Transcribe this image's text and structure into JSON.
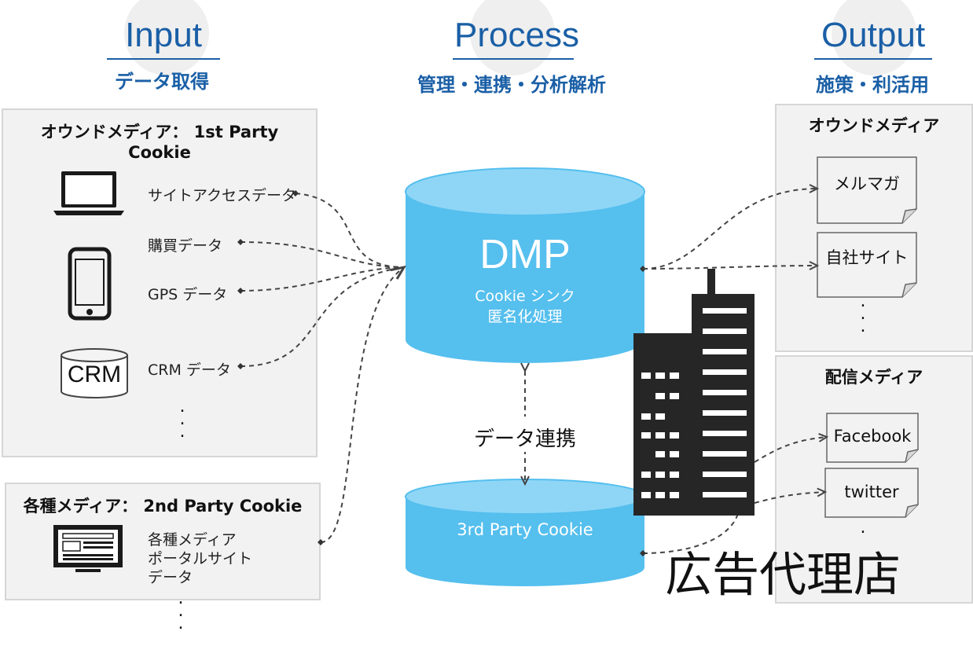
{
  "headers": {
    "input": {
      "title": "Input",
      "subtitle": "データ取得"
    },
    "process": {
      "title": "Process",
      "subtitle": "管理・連携・分析解析"
    },
    "output": {
      "title": "Output",
      "subtitle": "施策・利活用"
    }
  },
  "owned_panel": {
    "title_line1": "オウンドメディア： 1st Party",
    "title_line2": "Cookie",
    "items": [
      "サイトアクセスデータ",
      "購買データ",
      "GPS データ",
      "CRM データ"
    ],
    "crm_icon_label": "CRM"
  },
  "media_panel": {
    "title": "各種メディア： 2nd Party Cookie",
    "item_lines": [
      "各種メディア",
      "ポータルサイト",
      "データ"
    ]
  },
  "dmp": {
    "title": "DMP",
    "line1": "Cookie シンク",
    "line2": "匿名化処理"
  },
  "sync_label": "データ連携",
  "third_party": {
    "label": "3rd Party Cookie"
  },
  "agency_label": "広告代理店",
  "output_owned": {
    "title": "オウンドメディア",
    "items": [
      "メルマガ",
      "自社サイト"
    ]
  },
  "output_delivery": {
    "title": "配信メディア",
    "items": [
      "Facebook",
      "twitter"
    ]
  },
  "colors": {
    "accent": "#1a5fa6",
    "cylinder": "#55bfee",
    "cylinder_top": "#8fd6f6",
    "building": "#262626"
  }
}
